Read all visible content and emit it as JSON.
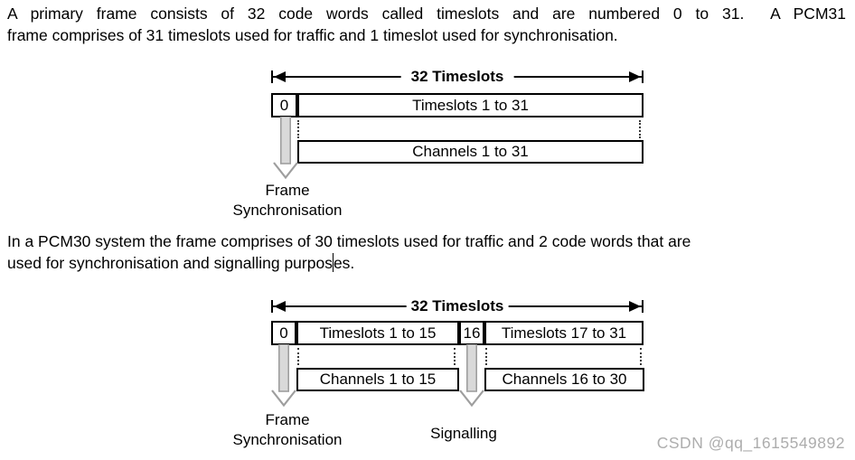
{
  "paragraph1": {
    "line1": "A primary frame consists of 32 code words called timeslots and are numbered 0 to 31.  A PCM31",
    "line2": "frame comprises of 31 timeslots used for traffic and 1 timeslot used for synchronisation."
  },
  "paragraph2": {
    "line1": "In a PCM30 system the frame comprises of 30 timeslots used for traffic and 2 code words that are",
    "line2a": "used for synchronisation and signalling purpos",
    "line2b": "es."
  },
  "diagram1": {
    "measure_label": "32 Timeslots",
    "slot0": "0",
    "timeslots": "Timeslots 1 to 31",
    "channels": "Channels 1 to 31",
    "frame_label_line1": "Frame",
    "frame_label_line2": "Synchronisation"
  },
  "diagram2": {
    "measure_label": "32 Timeslots",
    "slot0": "0",
    "timeslots_a": "Timeslots 1 to 15",
    "slot16": "16",
    "timeslots_b": "Timeslots 17 to 31",
    "channels_a": "Channels 1 to 15",
    "channels_b": "Channels 16 to 30",
    "frame_label_line1": "Frame",
    "frame_label_line2": "Synchronisation",
    "signalling_label": "Signalling"
  },
  "watermark": {
    "text": "CSDN @qq_1615549892",
    "color": "#adadad"
  },
  "colors": {
    "box_border": "#000000",
    "fat_arrow_fill": "#d9d9d9",
    "fat_arrow_stroke": "#9e9e9e",
    "background": "#ffffff"
  }
}
